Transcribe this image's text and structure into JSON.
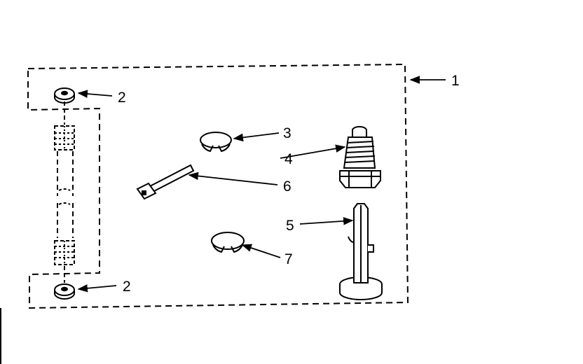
{
  "diagram": {
    "callouts": {
      "kit": "1",
      "washer_top": "2",
      "washer_bottom": "2",
      "hose_clamp_small": "3",
      "fitting": "4",
      "leveling_leg": "5",
      "cable_tie": "6",
      "hose_clamp_large": "7"
    },
    "colors": {
      "line": "#000000",
      "background": "#ffffff"
    }
  }
}
